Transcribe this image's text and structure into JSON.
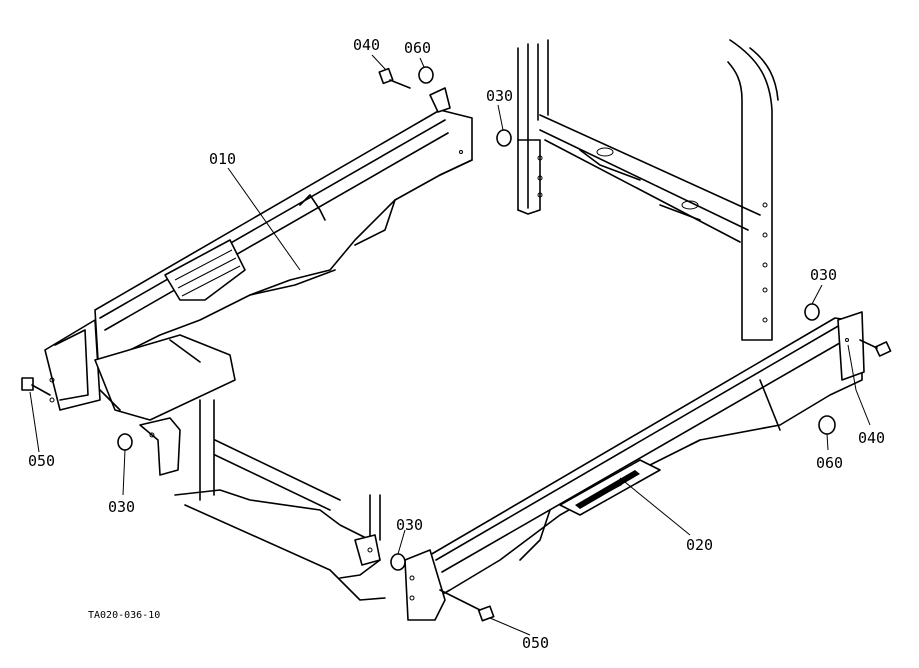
{
  "drawing": {
    "reference_code": "TA020-036-10"
  },
  "callouts": {
    "c010": "010",
    "c020": "020",
    "c030_top": "030",
    "c030_right": "030",
    "c030_left": "030",
    "c030_bottom": "030",
    "c040_top": "040",
    "c040_right": "040",
    "c050_left": "050",
    "c050_bottom": "050",
    "c060_top": "060",
    "c060_right": "060"
  }
}
